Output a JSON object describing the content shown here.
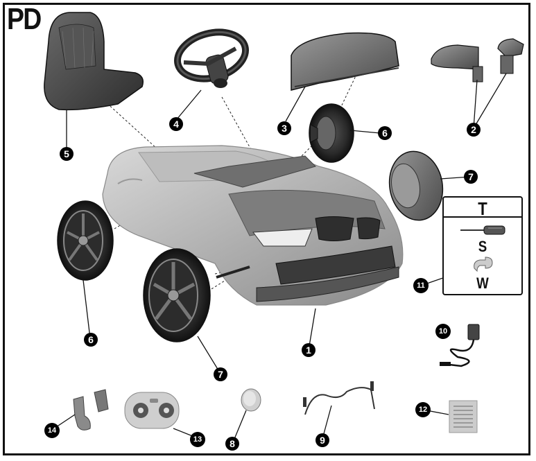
{
  "page": {
    "title": "PD"
  },
  "tools_box": {
    "t_label": "T",
    "s_label": "S",
    "w_label": "W"
  },
  "callouts": {
    "c1": "1",
    "c2": "2",
    "c3": "3",
    "c4": "4",
    "c5": "5",
    "c6a": "6",
    "c6b": "6",
    "c7a": "7",
    "c7b": "7",
    "c8": "8",
    "c9": "9",
    "c10": "10",
    "c11": "11",
    "c12": "12",
    "c13": "13",
    "c14": "14"
  },
  "colors": {
    "ink": "#111111",
    "part_grey": "#8a8a8a",
    "part_light": "#c9c9c9",
    "part_dark": "#3a3a3a"
  }
}
